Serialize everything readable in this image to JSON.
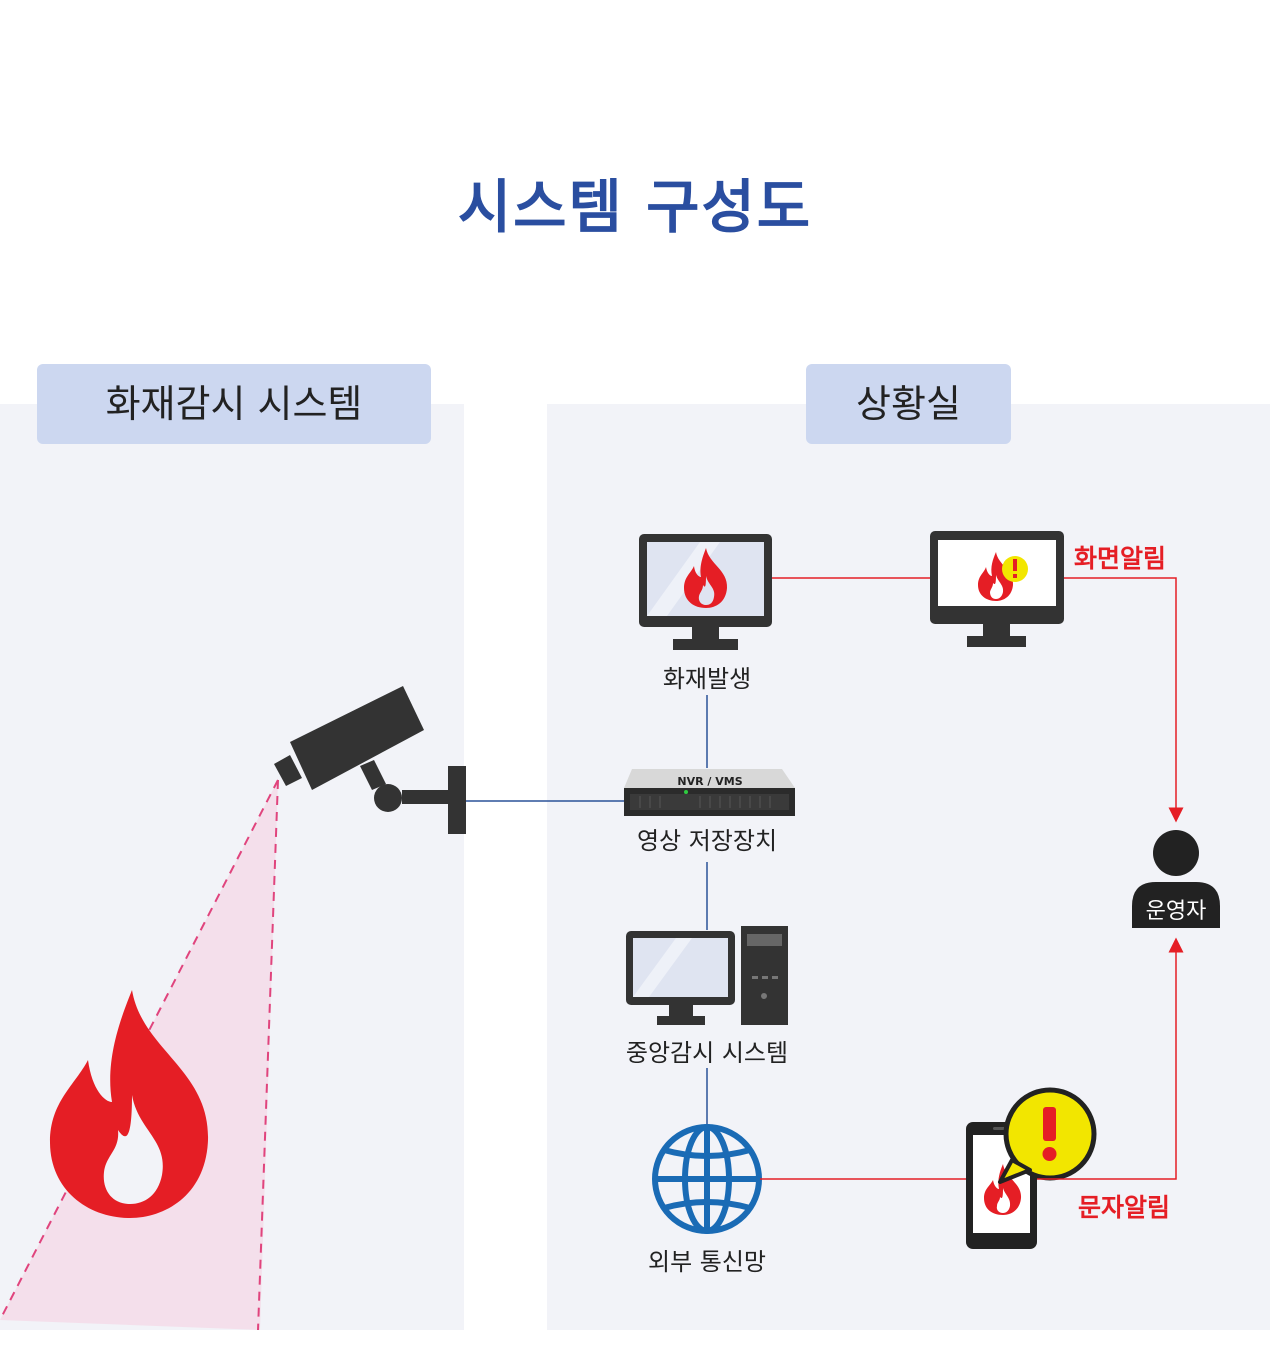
{
  "title": "시스템 구성도",
  "sections": {
    "left": "화재감시 시스템",
    "right": "상황실"
  },
  "nodes": {
    "fire_monitor": "화재발생",
    "nvr_label": "NVR / VMS",
    "storage": "영상 저장장치",
    "central": "중앙감시 시스템",
    "network": "외부 통신망",
    "operator": "운영자"
  },
  "alerts": {
    "screen": "화면알림",
    "sms": "문자알림"
  },
  "colors": {
    "title": "#2a4ea0",
    "tag_bg": "#ccd7f0",
    "panel_bg": "#f2f3f8",
    "fire": "#e51e25",
    "link_blue": "#2a5298",
    "link_red": "#e51e25",
    "globe": "#1a6bb5",
    "warn": "#f2e600"
  }
}
